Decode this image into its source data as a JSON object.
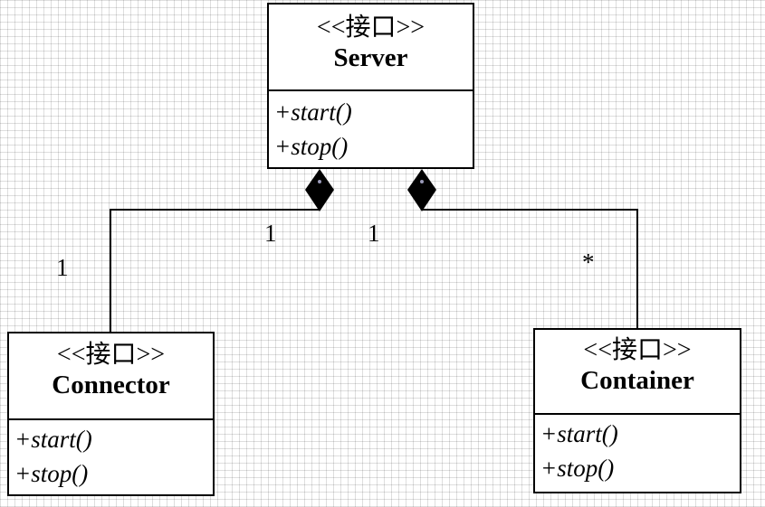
{
  "classes": {
    "server": {
      "stereotype": "<<接口>>",
      "name": "Server",
      "ops": [
        "+start()",
        "+stop()"
      ]
    },
    "connector": {
      "stereotype": "<<接口>>",
      "name": "Connector",
      "ops": [
        "+start()",
        "+stop()"
      ]
    },
    "container": {
      "stereotype": "<<接口>>",
      "name": "Container",
      "ops": [
        "+start()",
        "+stop()"
      ]
    }
  },
  "multiplicities": {
    "connector_server_end": "1",
    "connector_end": "1",
    "container_server_end": "1",
    "container_end": "*"
  },
  "colors": {
    "line": "#000000",
    "grid": "#d9d9d9",
    "handle": "#9a9ab8"
  }
}
